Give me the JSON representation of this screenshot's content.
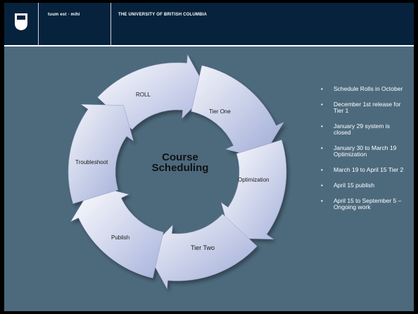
{
  "header": {
    "motto": "tuum est · mihi",
    "university": "THE UNIVERSITY OF BRITISH COLUMBIA"
  },
  "diagram": {
    "center_title_line1": "Course",
    "center_title_line2": "Scheduling",
    "segments": {
      "roll": "ROLL",
      "tier_one": "Tier One",
      "optimization": "Optimization",
      "tier_two": "Tier Two",
      "publish": "Publish",
      "troubleshoot": "Troubleshoot"
    }
  },
  "bullets": [
    "Schedule Rolls in October",
    "December 1st release for Tier 1",
    "January 29 system is closed",
    "January 30 to March 19 Optimization",
    "March 19 to April 15 Tier 2",
    "April 15 publish",
    "April 15 to September 5 – Ongoing work"
  ],
  "colors": {
    "background": "#4d6a7d",
    "header": "#07223d",
    "arrow_light": "#ffffff",
    "arrow_dark": "#a8b3dc"
  }
}
